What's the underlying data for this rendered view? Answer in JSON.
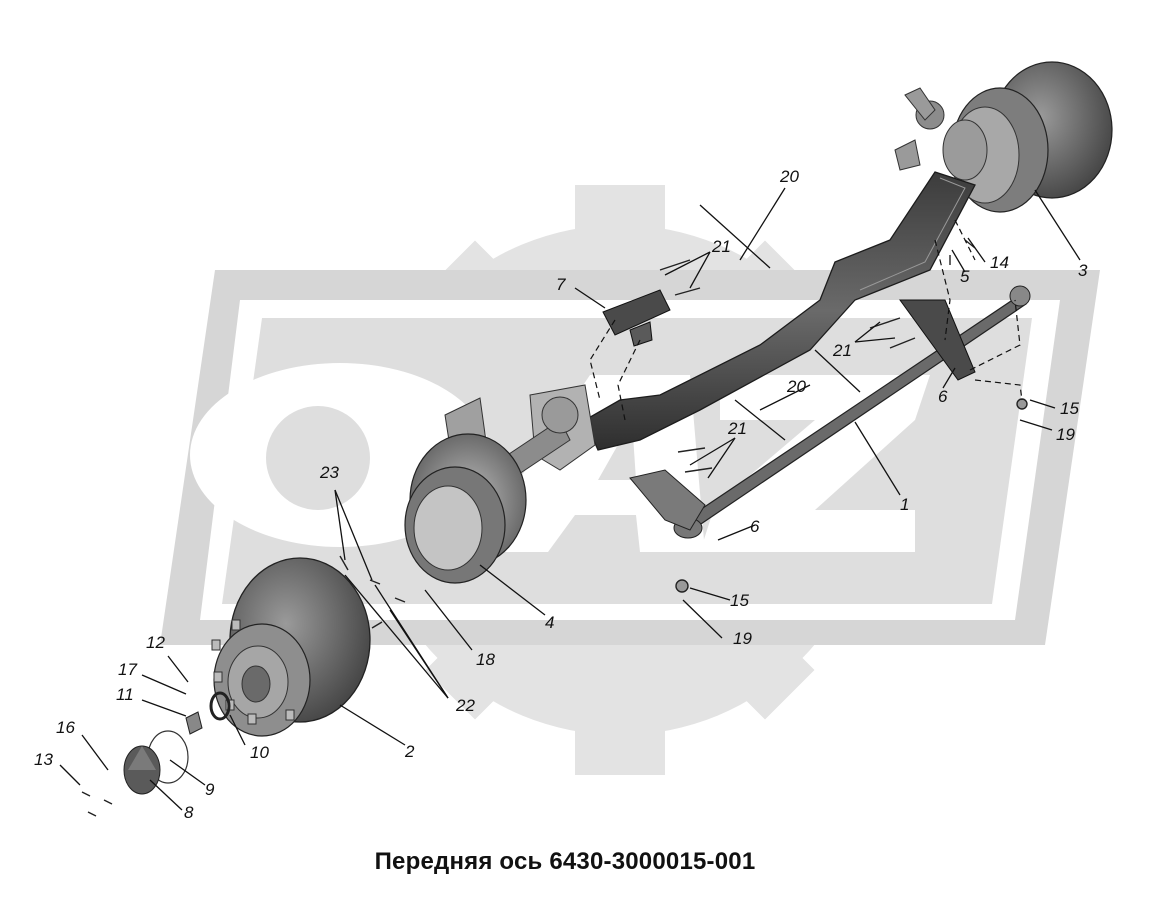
{
  "caption": "Передняя ось 6430-3000015-001",
  "watermark": "OAZ",
  "colors": {
    "background": "#ffffff",
    "watermark": "#e3e3e3",
    "part_dark": "#4a4a4a",
    "part_mid": "#8a8a8a",
    "part_light": "#c8c8c8",
    "text": "#111111"
  },
  "callouts": [
    "20",
    "21",
    "3",
    "14",
    "5",
    "7",
    "21",
    "20",
    "6",
    "1",
    "15",
    "19",
    "21",
    "6",
    "23",
    "4",
    "15",
    "19",
    "18",
    "22",
    "2",
    "12",
    "17",
    "11",
    "10",
    "16",
    "13",
    "9",
    "8"
  ]
}
